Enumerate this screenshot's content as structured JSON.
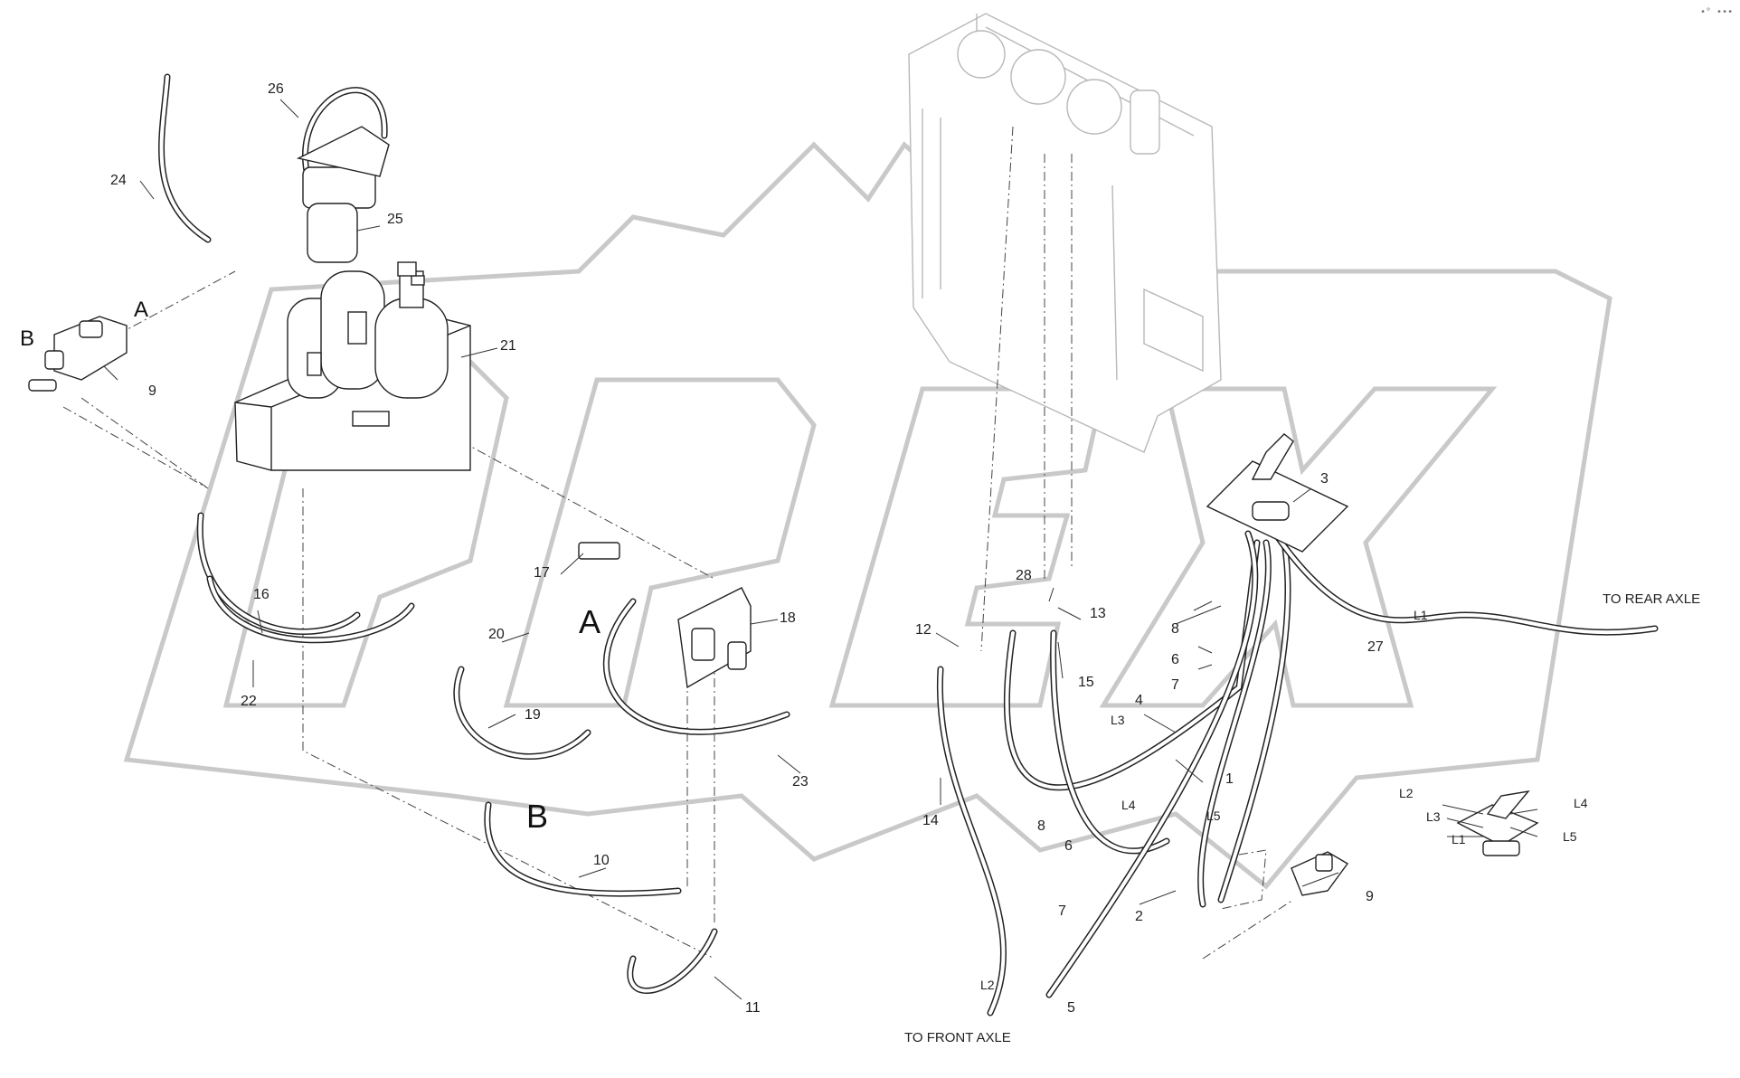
{
  "watermark": {
    "text": "OPEX",
    "color": "#c9c9c9"
  },
  "corner_mark": "•° •••",
  "detail_labels": {
    "a_top": "A",
    "b_top": "B",
    "a_mid": "A",
    "b_mid": "B"
  },
  "part_labels": {
    "p1": "1",
    "p2": "2",
    "p3": "3",
    "p4": "4",
    "p5": "5",
    "p6a": "6",
    "p6b": "6",
    "p7a": "7",
    "p7b": "7",
    "p8a": "8",
    "p8b": "8",
    "p9a": "9",
    "p9b": "9",
    "p10": "10",
    "p11": "11",
    "p12": "12",
    "p13": "13",
    "p14": "14",
    "p15": "15",
    "p16": "16",
    "p17": "17",
    "p18": "18",
    "p19": "19",
    "p20": "20",
    "p21": "21",
    "p22": "22",
    "p23": "23",
    "p24": "24",
    "p25": "25",
    "p26": "26",
    "p27": "27",
    "p28": "28"
  },
  "line_labels": {
    "l1": "L1",
    "l2": "L2",
    "l3": "L3",
    "l4": "L4",
    "l5": "L5",
    "i_l1": "L1",
    "i_l2": "L2",
    "i_l3": "L3",
    "i_l4": "L4",
    "i_l5": "L5"
  },
  "notes": {
    "to_rear_axle": "TO REAR AXLE",
    "to_front_axle": "TO FRONT AXLE"
  }
}
